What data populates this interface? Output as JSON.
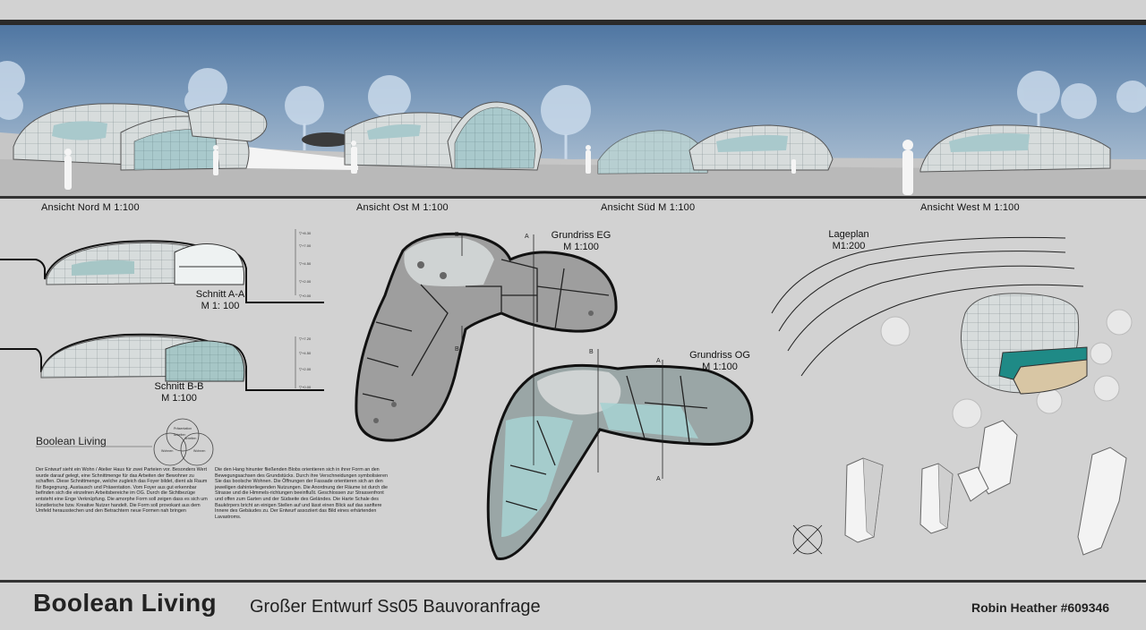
{
  "views": {
    "north": "Ansicht Nord M 1:100",
    "east": "Ansicht Ost M 1:100",
    "south": "Ansicht Süd M 1:100",
    "west": "Ansicht West M 1:100"
  },
  "sections": {
    "aa_title": "Schnitt A-A",
    "aa_scale": "M 1: 100",
    "bb_title": "Schnitt B-B",
    "bb_scale": "M 1:100"
  },
  "plans": {
    "eg_title": "Grundriss EG",
    "eg_scale": "M 1:100",
    "og_title": "Grundriss OG",
    "og_scale": "M 1:100",
    "marker_a": "A",
    "marker_b": "B"
  },
  "site": {
    "title": "Lageplan",
    "scale": "M1:200"
  },
  "diagram": {
    "title": "Boolean Living",
    "circle_top": "Präsentation",
    "circle_left": "Arbeiten",
    "circle_right": "Arbeiten",
    "circle_bl": "Wohnen",
    "circle_br": "Wohnen"
  },
  "description": {
    "col1": "Der Entwurf sieht ein Wohn / Atelier Haus für zwei Parteien vor. Besonders Wert wurde darauf gelegt, eine Schnittmenge für das Arbeiten der Bewohner zu schaffen. Diese Schnittmenge, welche zugleich das Foyer bildet, dient als Raum für Begegnung, Austausch und Präsentation. Vom Foyer aus gut erkennbar befinden sich die einzelnen Arbeitsbereiche im OG. Durch die Sichtbezüge entsteht eine Enge Verknüpfung. Die amorphe Form soll zeigen dass es sich um künstlerische bzw. Kreative Nutzer handelt. Die Form soll provokant aus dem Umfeld herausstechen und den Betrachtern neue Formen nah bringen",
    "col2": "Die den Hang hinunter fließenden Blobs orientieren sich in ihrer Form an den Bewegungsachsen des Grundstücks. Durch ihre Verschneidungen symbolisieren Sie das boolsche Wohnen. Die Öffnungen der Fassade orientieren sich an den jeweiligen dahinterliegenden Nutzungen. Die Anordnung der Räume ist durch die Strasse und die Himmels-richtungen beeinflußt. Geschlossen zur Strassenfront und offen zum Garten und der Südseite des Geländes. Die Harte Schale des Baukörpers bricht an einigen Stellen auf und lässt einen Blick auf das sanftere Innere des Gebäudes zu. Der Entwurf assoziiert das Bild eines erhärtenden Lavastroms."
  },
  "footer": {
    "title": "Boolean Living",
    "subtitle": "Großer Entwurf Ss05 Bauvoranfrage",
    "author": "Robin Heather #609346"
  },
  "colors": {
    "sky_top": "#4f76a2",
    "glass": "#a9c9cc",
    "shell": "#d7dcdc",
    "pool": "#1f8a86",
    "deck": "#d8c6a4"
  }
}
